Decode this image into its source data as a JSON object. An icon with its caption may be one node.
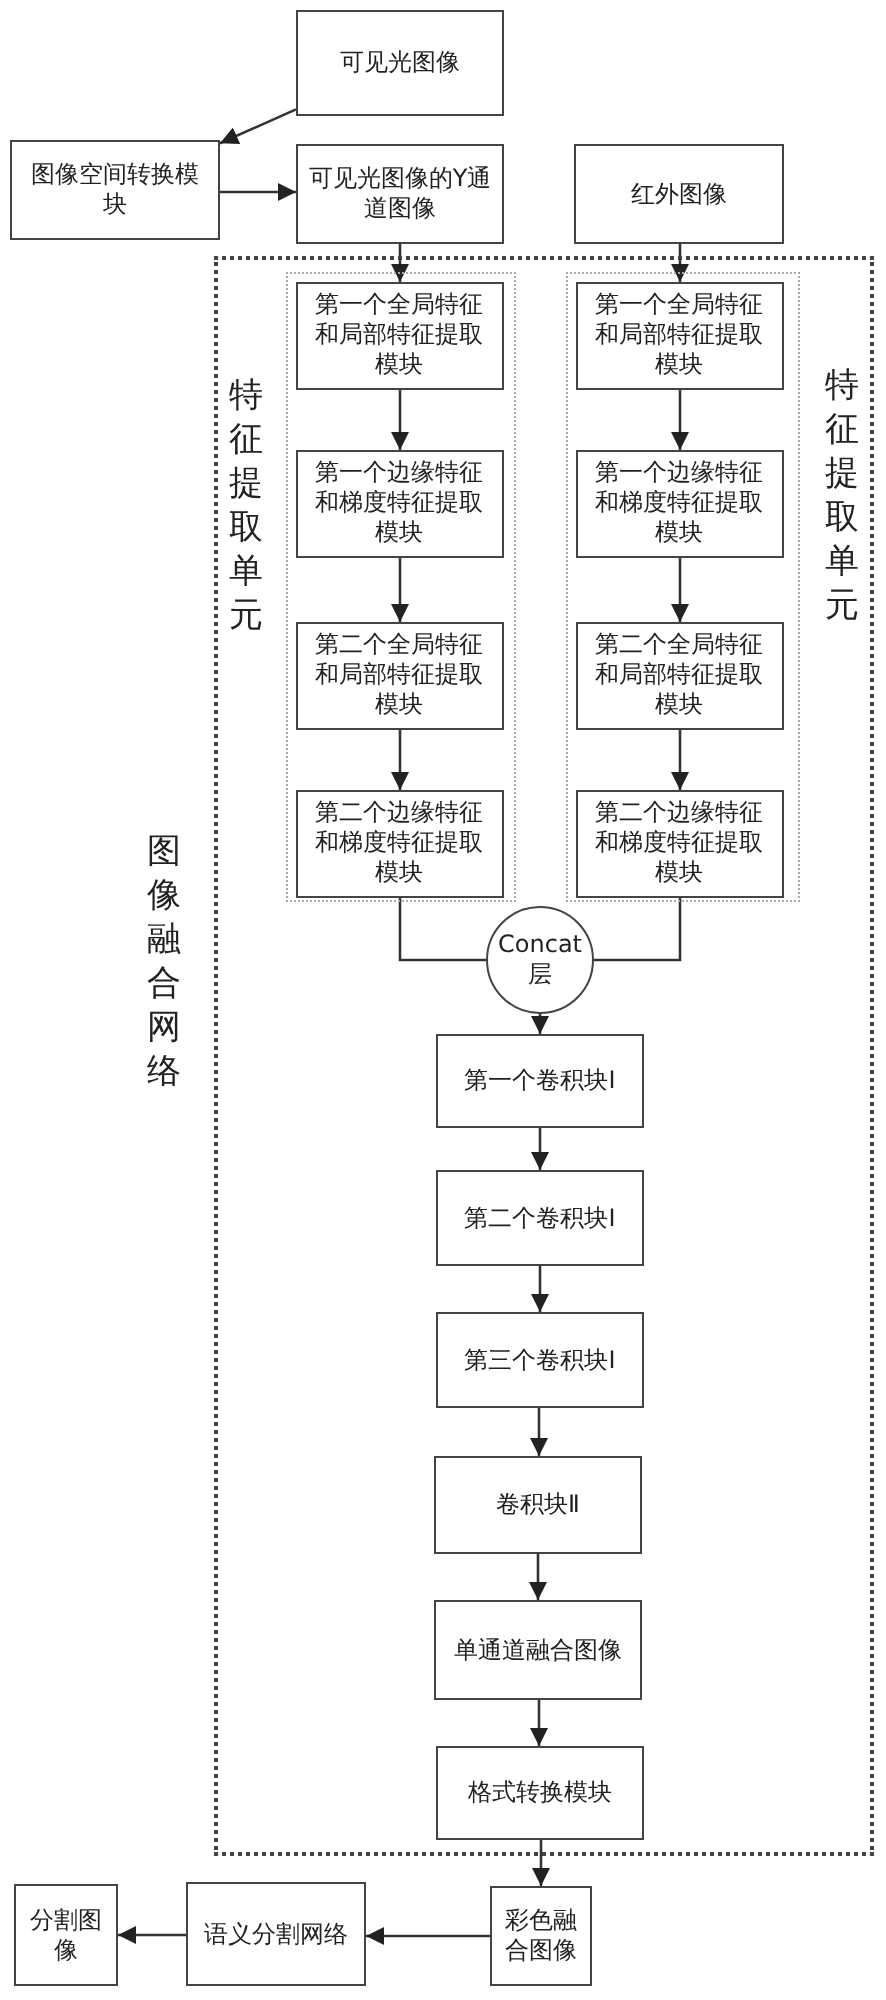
{
  "diagram": {
    "nodes": [
      {
        "text": [
          "可见光图像"
        ]
      },
      {
        "text": [
          "图像空间转换模块"
        ]
      },
      {
        "text": [
          "可见光图像的Y通道图像"
        ]
      },
      {
        "text": [
          "红外图像"
        ]
      },
      {
        "text": [
          "图像融合网络"
        ]
      },
      {
        "text": [
          "特征提取单元"
        ],
        "in": 4
      },
      {
        "text": [
          "特征提取单元"
        ],
        "in": 4
      },
      {
        "text": [
          "第一个全局特征和局部特征提取模块"
        ],
        "in": 5
      },
      {
        "text": [
          "第一个边缘特征和梯度特征提取模块"
        ],
        "in": 5
      },
      {
        "text": [
          "第二个全局特征和局部特征提取模块"
        ],
        "in": 5
      },
      {
        "text": [
          "第二个边缘特征和梯度特征提取模块"
        ],
        "in": 5
      },
      {
        "text": [
          "第一个全局特征和局部特征提取模块"
        ],
        "in": 6
      },
      {
        "text": [
          "第一个边缘特征和梯度特征提取模块"
        ],
        "in": 6
      },
      {
        "text": [
          "第二个全局特征和局部特征提取模块"
        ],
        "in": 6
      },
      {
        "text": [
          "第二个边缘特征和梯度特征提取模块"
        ],
        "in": 6
      },
      {
        "text": [
          "Concat层"
        ],
        "in": 4
      },
      {
        "text": [
          "第一个卷积块Ⅰ"
        ],
        "in": 4
      },
      {
        "text": [
          "第二个卷积块Ⅰ"
        ],
        "in": 4
      },
      {
        "text": [
          "第三个卷积块Ⅰ"
        ],
        "in": 4
      },
      {
        "text": [
          "卷积块Ⅱ"
        ],
        "in": 4
      },
      {
        "text": [
          "单通道融合图像"
        ],
        "in": 4
      },
      {
        "text": [
          "格式转换模块"
        ],
        "in": 4
      },
      {
        "text": [
          "彩色融合图像"
        ]
      },
      {
        "text": [
          "语义分割网络"
        ]
      },
      {
        "text": [
          "分割图像"
        ]
      }
    ],
    "edges": [
      {
        "from": 0,
        "to": 1,
        "arrow": "to"
      },
      {
        "from": 1,
        "to": 2,
        "arrow": "to"
      },
      {
        "from": 2,
        "to": 7,
        "arrow": "to"
      },
      {
        "from": 3,
        "to": 11,
        "arrow": "to"
      },
      {
        "from": 7,
        "to": 8,
        "arrow": "to"
      },
      {
        "from": 8,
        "to": 9,
        "arrow": "to"
      },
      {
        "from": 9,
        "to": 10,
        "arrow": "to"
      },
      {
        "from": 11,
        "to": 12,
        "arrow": "to"
      },
      {
        "from": 12,
        "to": 13,
        "arrow": "to"
      },
      {
        "from": 13,
        "to": 14,
        "arrow": "to"
      },
      {
        "from": 10,
        "to": 15,
        "arrow": "none"
      },
      {
        "from": 14,
        "to": 15,
        "arrow": "none"
      },
      {
        "from": 15,
        "to": 16,
        "arrow": "to"
      },
      {
        "from": 16,
        "to": 17,
        "arrow": "to"
      },
      {
        "from": 17,
        "to": 18,
        "arrow": "to"
      },
      {
        "from": 18,
        "to": 19,
        "arrow": "to"
      },
      {
        "from": 19,
        "to": 20,
        "arrow": "to"
      },
      {
        "from": 20,
        "to": 21,
        "arrow": "to"
      },
      {
        "from": 21,
        "to": 22,
        "arrow": "to"
      },
      {
        "from": 22,
        "to": 23,
        "arrow": "to"
      },
      {
        "from": 23,
        "to": 24,
        "arrow": "to"
      }
    ]
  }
}
